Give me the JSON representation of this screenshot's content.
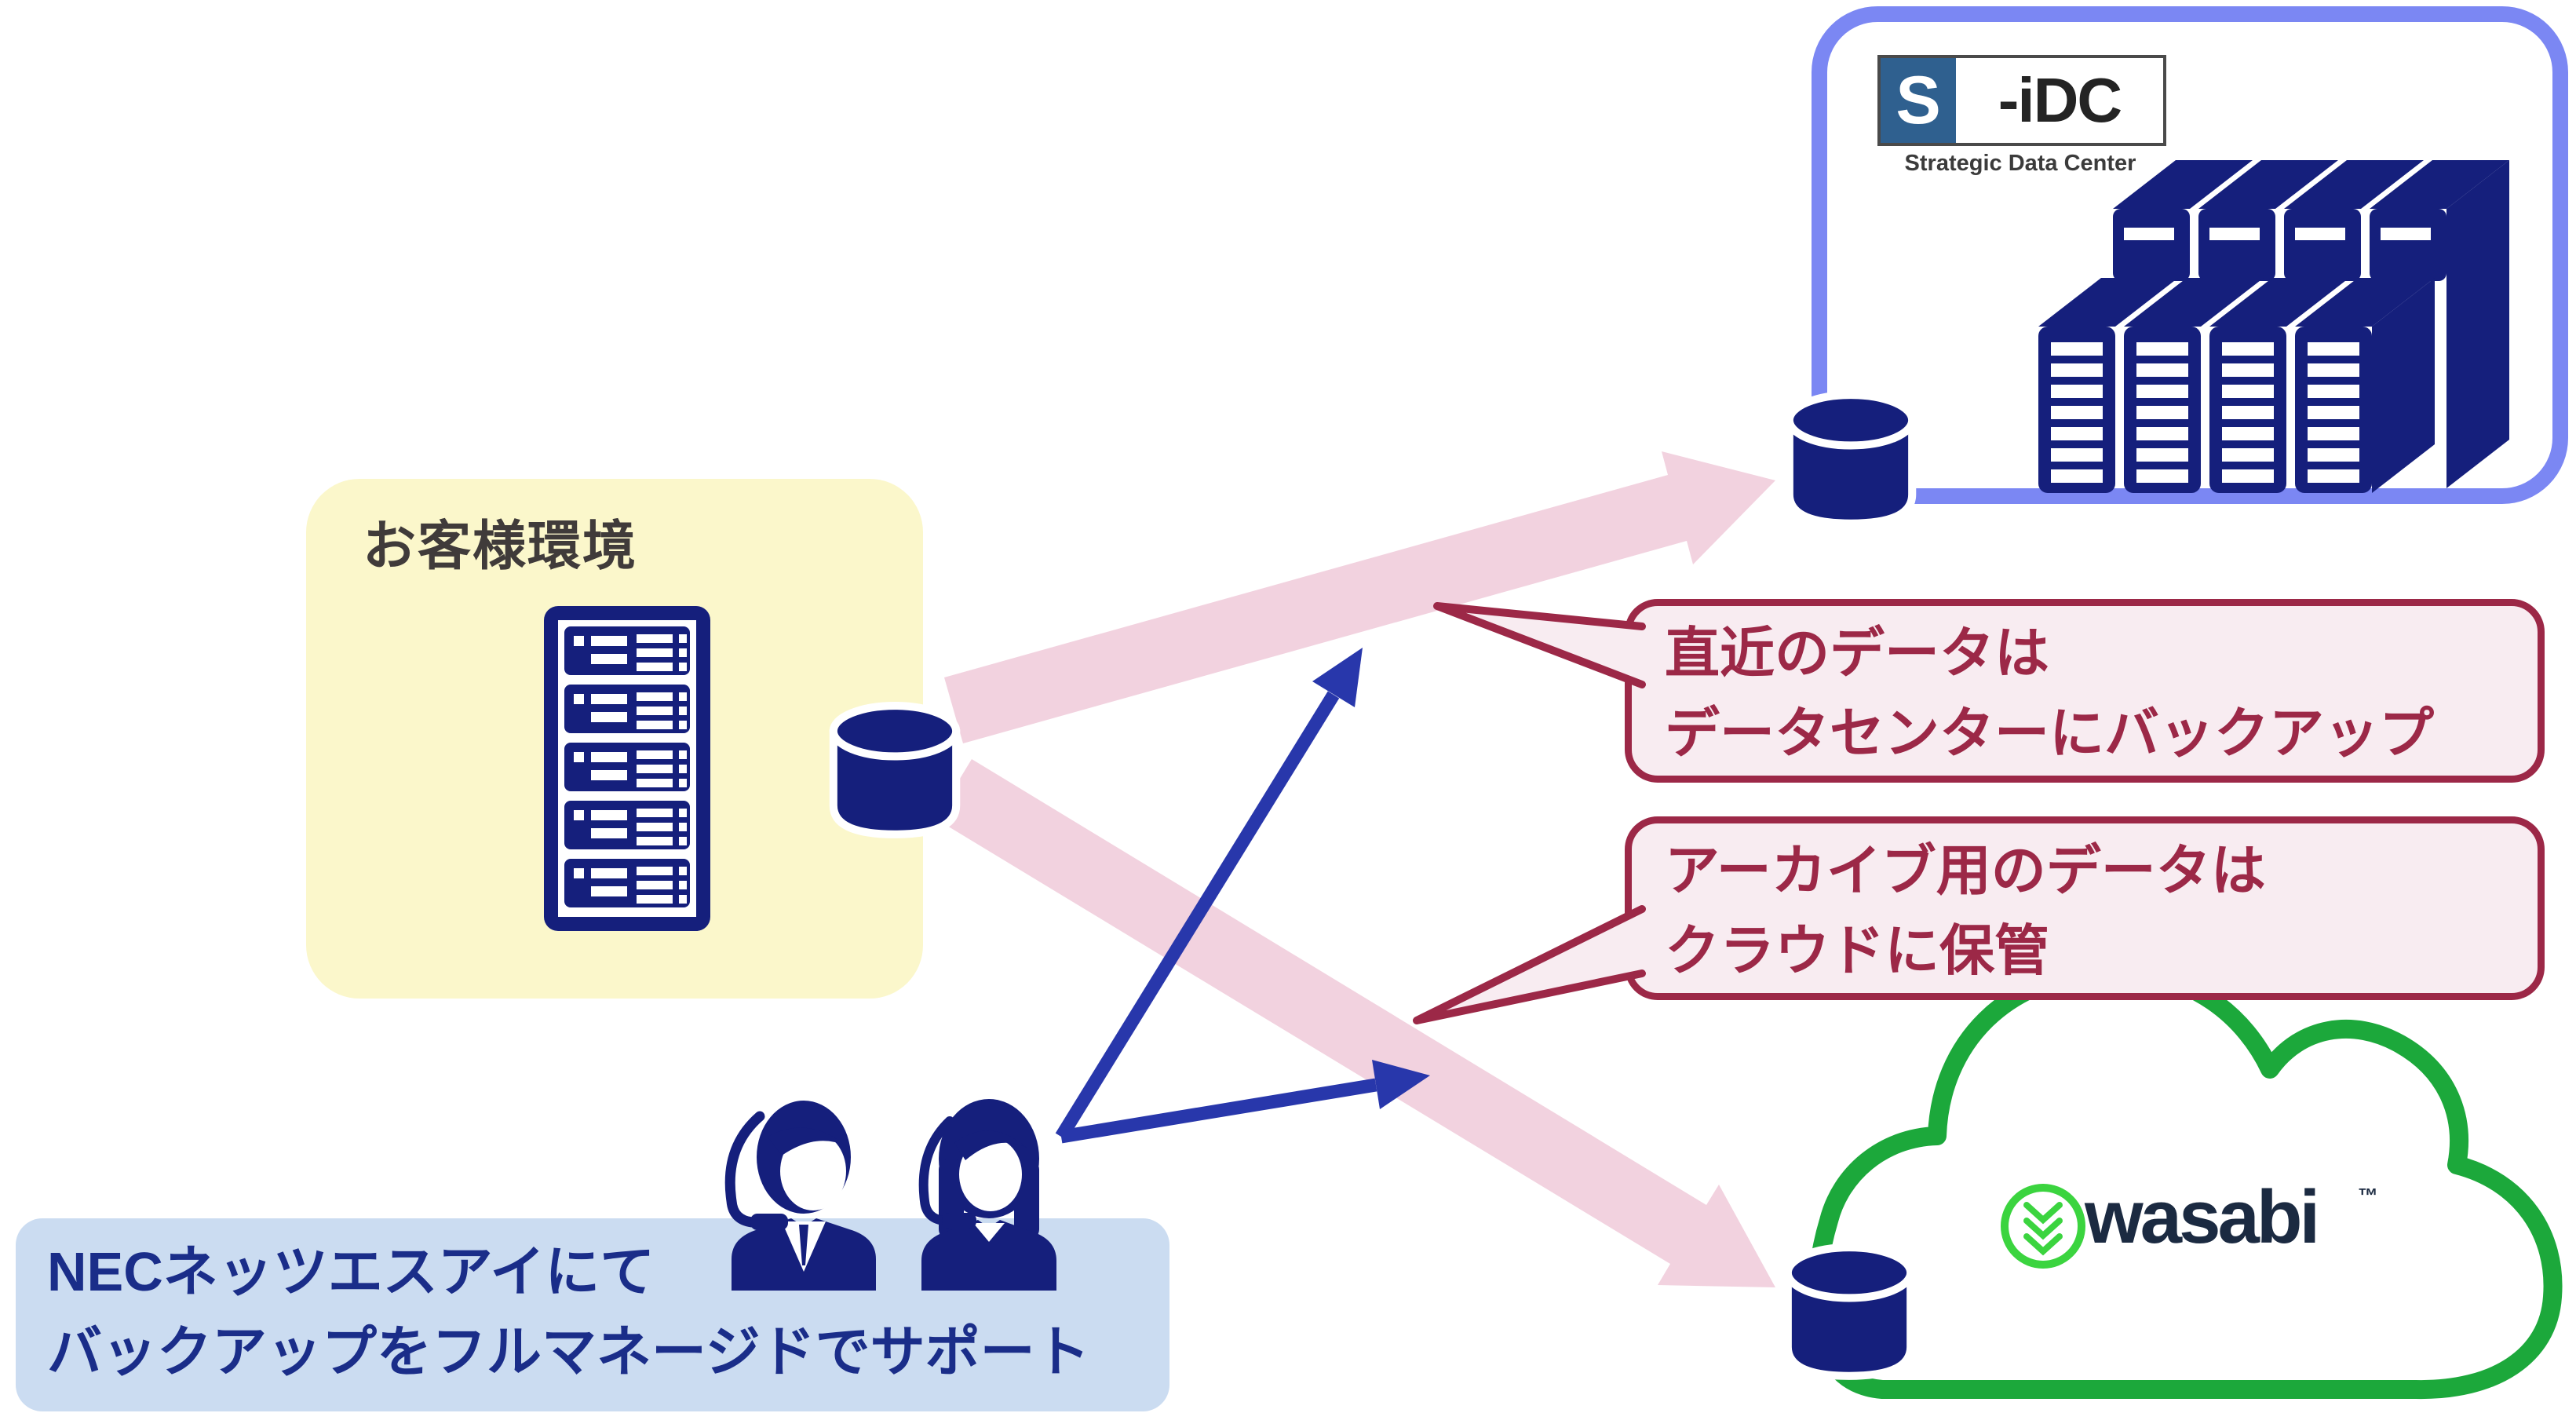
{
  "customer": {
    "title": "お客様環境",
    "box_color": "#FBF7CB"
  },
  "datacenter": {
    "logo_s": "S",
    "logo_idc": "-iDC",
    "logo_subtitle": "Strategic Data Center",
    "border_color": "#7B87F3"
  },
  "cloud": {
    "brand": "wasabi",
    "trademark": "™",
    "outline_color": "#1CA83B",
    "leaf_color": "#3BD43F"
  },
  "callouts": [
    {
      "line1": "直近のデータは",
      "line2": "データセンターにバックアップ"
    },
    {
      "line1": "アーカイブ用のデータは",
      "line2": "クラウドに保管"
    }
  ],
  "support": {
    "line1": "NECネッツエスアイにて",
    "line2": "バックアップをフルマネージドでサポート",
    "box_color": "#CBDCF1"
  },
  "icons": {
    "customer_server": "server-tower-icon",
    "customer_db": "database-icon",
    "datacenter_db": "database-icon",
    "cloud_db": "database-icon",
    "racks": "server-racks-icon",
    "agents": [
      "male-support-agent-icon",
      "female-support-agent-icon"
    ],
    "leaf": "wasabi-leaf-icon"
  },
  "colors": {
    "navy_icon": "#151F7C",
    "pink_arrow": "#F2D2DF",
    "blue_arrow": "#2837AB",
    "callout_maroon": "#9C2847",
    "nec_text": "#1A2D89",
    "title_text": "#403B3A"
  }
}
